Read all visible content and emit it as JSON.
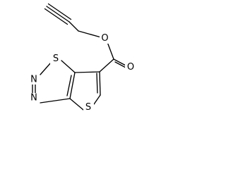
{
  "structure": {
    "atoms": [
      {
        "symbol": "S"
      },
      {
        "symbol": "N"
      },
      {
        "symbol": "N"
      },
      {
        "symbol": "S"
      },
      {
        "symbol": "O"
      },
      {
        "symbol": "O"
      }
    ]
  },
  "colors": {
    "bond": "#000000",
    "background": "#ffffff"
  }
}
